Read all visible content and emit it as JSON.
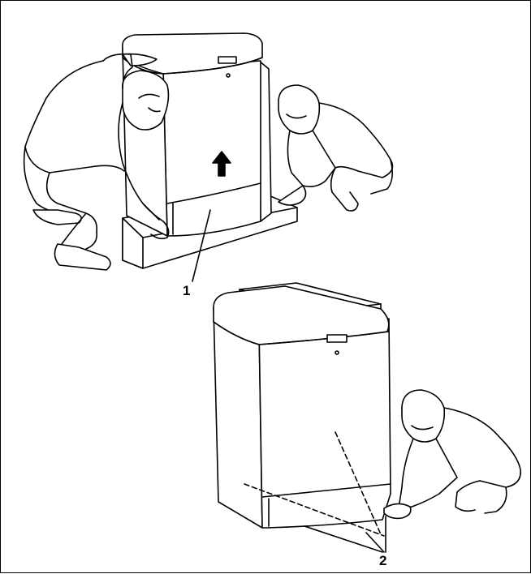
{
  "figure": {
    "callouts": [
      {
        "id": "1",
        "label": "1"
      },
      {
        "id": "2",
        "label": "2"
      }
    ],
    "colors": {
      "line": "#000000",
      "background": "#ffffff"
    }
  }
}
